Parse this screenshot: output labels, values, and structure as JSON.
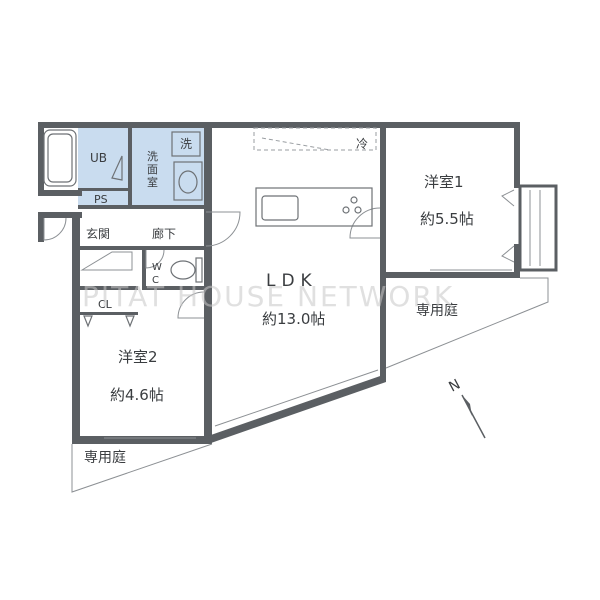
{
  "rooms": {
    "ub": "UB",
    "ps": "PS",
    "washroom": "洗面室",
    "washer": "洗",
    "entrance": "玄関",
    "hallway": "廊下",
    "wc_top": "W",
    "wc_bottom": "C",
    "closet": "CL",
    "ldk_name": "LDK",
    "ldk_size": "約13.0帖",
    "room1_name": "洋室1",
    "room1_size": "約5.5帖",
    "room2_name": "洋室2",
    "room2_size": "約4.6帖",
    "garden_right": "専用庭",
    "garden_left": "専用庭",
    "fridge": "冷"
  },
  "compass": {
    "label": "N"
  },
  "watermark": "PITAT HOUSE NETWORK",
  "colors": {
    "wall": "#5b5f63",
    "bath_area": "#c9dcef",
    "text": "#3a3d40"
  }
}
